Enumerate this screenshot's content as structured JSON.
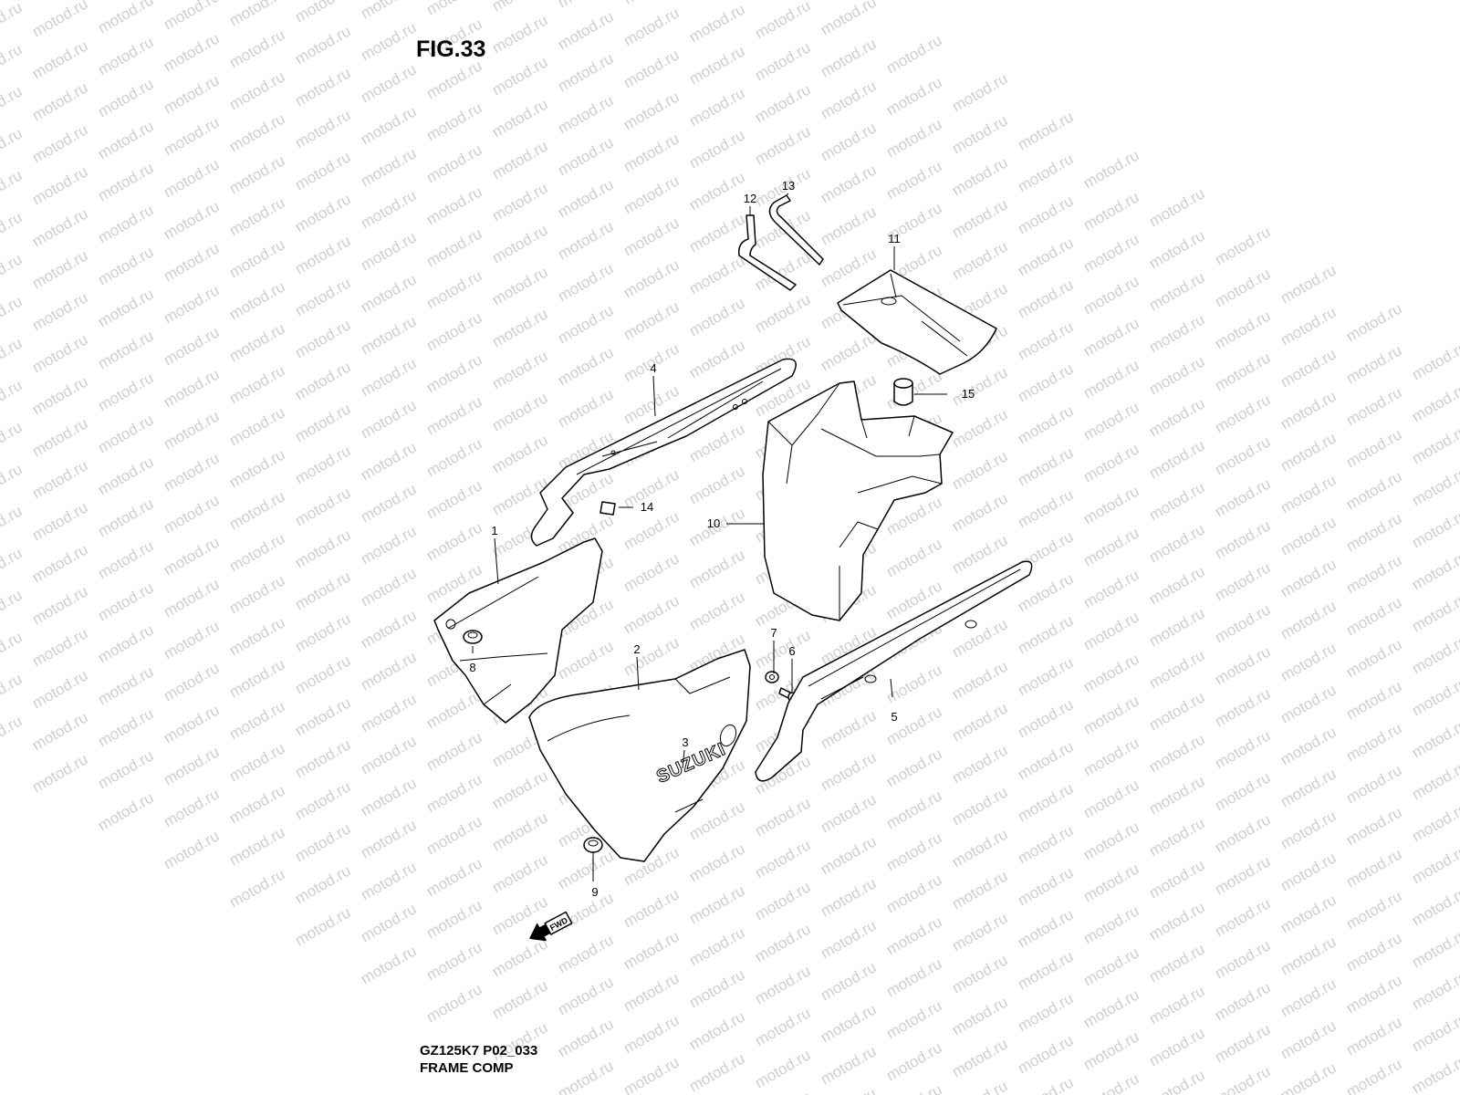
{
  "title": "FIG.33",
  "watermark": "motod.ru",
  "footer": {
    "code": "GZ125K7 P02_033",
    "name": "FRAME COMP"
  },
  "logo_text": "SUZUKI",
  "direction_label": "FWD",
  "callouts": [
    "1",
    "2",
    "3",
    "4",
    "5",
    "6",
    "7",
    "8",
    "9",
    "10",
    "11",
    "12",
    "13",
    "14",
    "15"
  ]
}
